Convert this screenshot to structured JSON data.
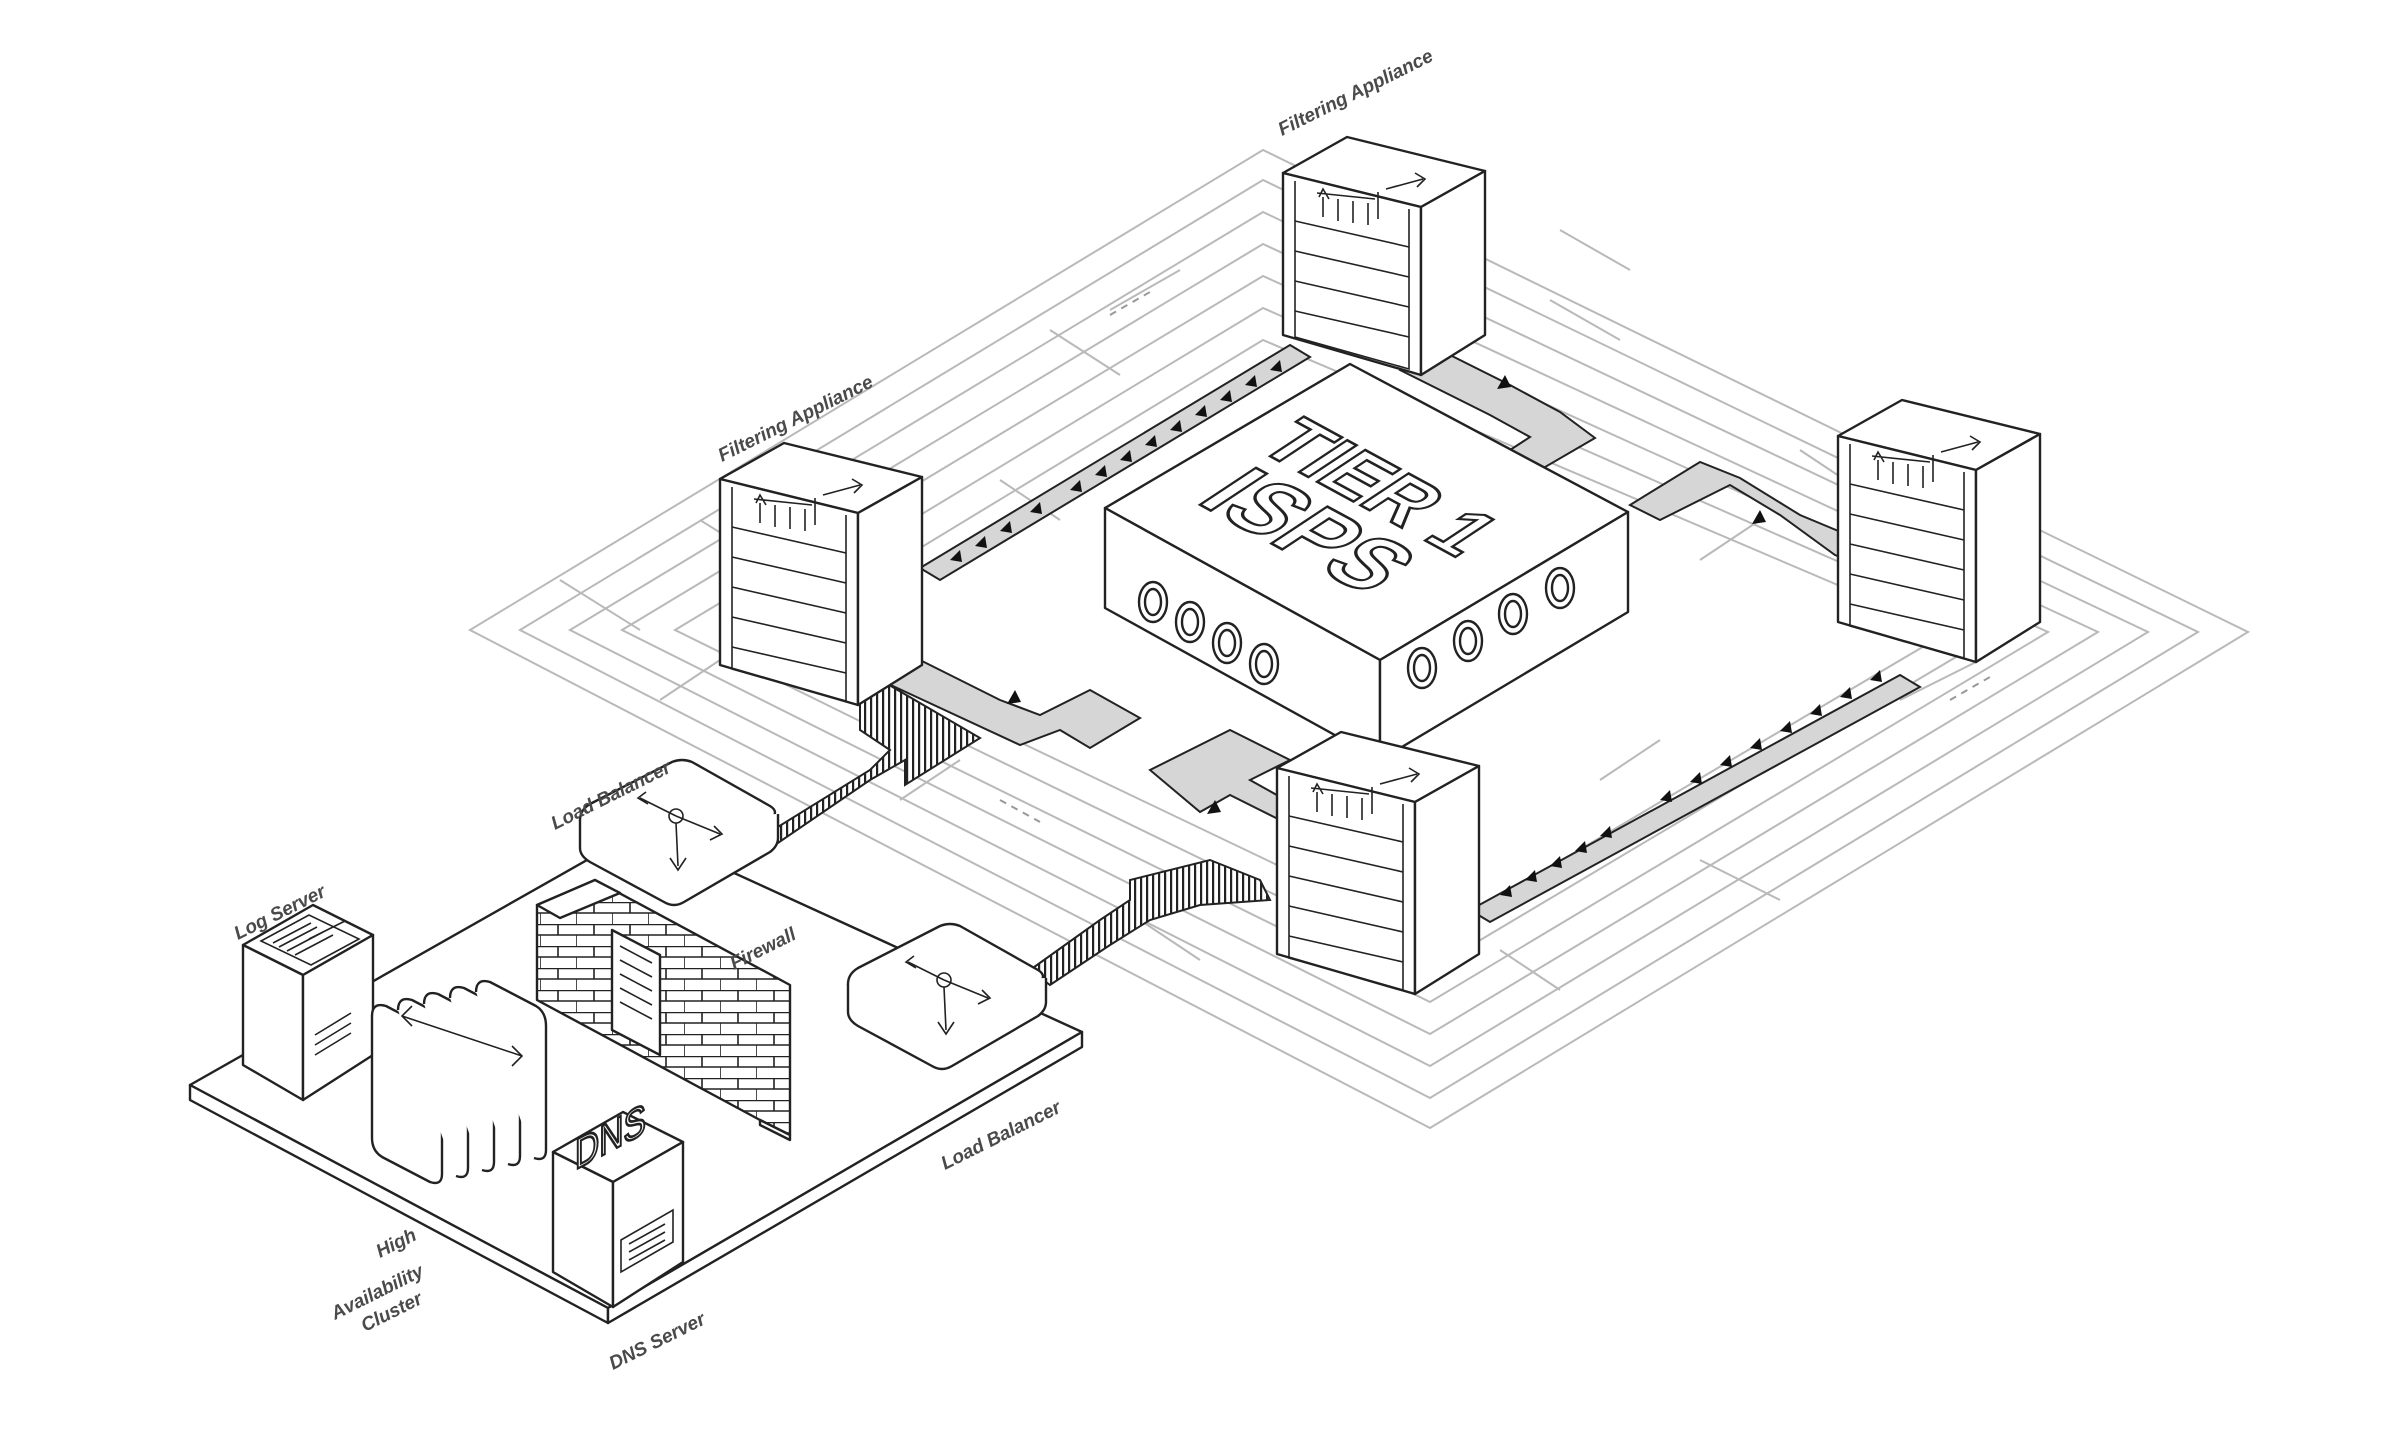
{
  "diagram": {
    "hub": {
      "line1": "TIER 1",
      "line2": "ISPS"
    },
    "labels": {
      "filtering_appliance_top": "Filtering Appliance",
      "filtering_appliance_left": "Filtering Appliance",
      "load_balancer_top": "Load Balancer",
      "load_balancer_bottom": "Load Balancer",
      "firewall": "Firewall",
      "log_server": "Log Server",
      "ha_cluster_line1": "High",
      "ha_cluster_line2": "Availability",
      "ha_cluster_line3": "Cluster",
      "dns_server": "DNS Server",
      "dns_box_text": "DNS"
    },
    "colors": {
      "line": "#222222",
      "maze": "#b9b9b9",
      "pipe": "#d6d6d6",
      "label": "#4a4a4a"
    },
    "icons": [
      "server-rack-icon",
      "router-arrows-icon",
      "brick-wall-icon",
      "log-book-icon",
      "cluster-icon",
      "dns-server-icon"
    ]
  }
}
